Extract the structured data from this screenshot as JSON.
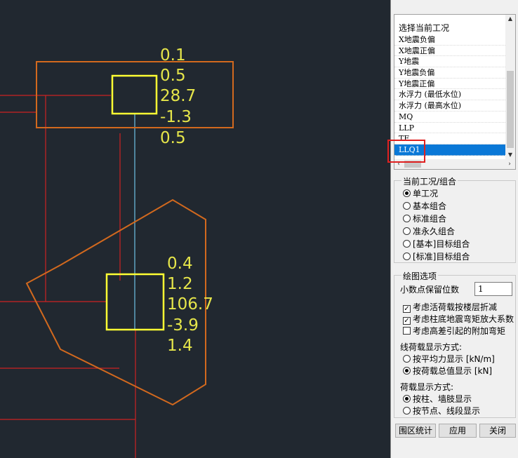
{
  "canvas": {
    "top_labels": [
      "0.1",
      "0.5",
      "28.7",
      "-1.3",
      "0.5"
    ],
    "bottom_labels": [
      "0.4",
      "1.2",
      "106.7",
      "-3.9",
      "1.4"
    ]
  },
  "panel": {
    "list_title": "选择当前工况",
    "list_items": [
      {
        "label": "X地震负偏"
      },
      {
        "label": "X地震正偏"
      },
      {
        "label": "Y地震"
      },
      {
        "label": "Y地震负偏"
      },
      {
        "label": "Y地震正偏"
      },
      {
        "label": "水浮力 (最低水位)"
      },
      {
        "label": "水浮力 (最高水位)"
      },
      {
        "label": "MQ"
      },
      {
        "label": "LLP"
      },
      {
        "label": "TE"
      },
      {
        "label": "LLQ1",
        "selected": true
      }
    ],
    "condition_group": {
      "title": "当前工况/组合",
      "options": [
        "单工况",
        "基本组合",
        "标准组合",
        "准永久组合",
        "[基本]目标组合",
        "[标准]目标组合"
      ],
      "selected": "单工况"
    },
    "draw_options": {
      "title": "绘图选项",
      "decimal_label": "小数点保留位数",
      "decimal_value": "1",
      "checks": [
        {
          "label": "考虑活荷载按楼层折减",
          "checked": true
        },
        {
          "label": "考虑柱底地震弯矩放大系数",
          "checked": true
        },
        {
          "label": "考虑高差引起的附加弯矩",
          "checked": false
        }
      ],
      "line_load_title": "线荷载显示方式:",
      "line_load_options": [
        "按平均力显示 [kN/m]",
        "按荷载总值显示 [kN]"
      ],
      "line_load_selected": "按荷载总值显示 [kN]",
      "load_title": "荷载显示方式:",
      "load_options": [
        "按柱、墙肢显示",
        "按节点、线段显示"
      ],
      "load_selected": "按柱、墙肢显示"
    },
    "buttons": {
      "stats": "围区统计",
      "apply": "应用",
      "close": "关闭"
    },
    "colors": {
      "selection": "#0a78d7",
      "highlight_box": "#e02020",
      "column_outline": "#ffff33",
      "cap_outline": "#d2691e",
      "beam_line": "#cc2222",
      "link_line": "#6ec3e6",
      "canvas_bg": "#212830"
    }
  }
}
